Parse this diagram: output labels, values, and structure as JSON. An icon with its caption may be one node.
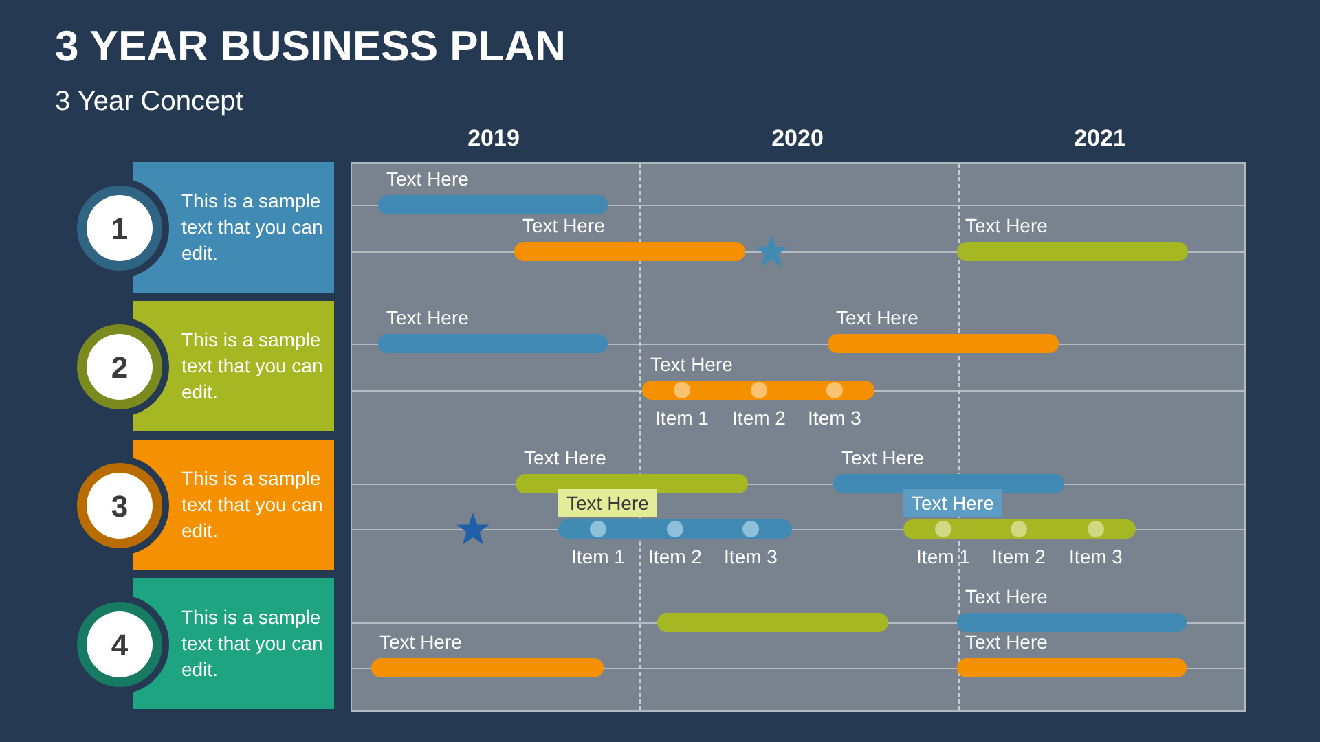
{
  "diagram": {
    "title": "3 YEAR BUSINESS PLAN",
    "nodes": [
      {
        "text": [
          "1"
        ]
      },
      {
        "text": [
          "This is a sample text that you can edit."
        ]
      },
      {
        "text": [
          "2"
        ]
      },
      {
        "text": [
          "This is a sample text that you can edit."
        ]
      },
      {
        "text": [
          "3"
        ]
      },
      {
        "text": [
          "This is a sample text that you can edit."
        ]
      },
      {
        "text": [
          "4"
        ]
      },
      {
        "text": [
          "This is a sample text that you can edit."
        ]
      },
      {
        "text": [
          "Text Here"
        ]
      },
      {
        "text": [
          "Text Here"
        ]
      },
      {
        "text": [
          "Text Here"
        ]
      },
      {
        "text": [
          "Text Here"
        ]
      },
      {
        "text": [
          "Text Here"
        ]
      },
      {
        "text": [
          "Text Here"
        ],
        "beside": [
          "Item 1",
          "Item 2",
          "Item 3"
        ]
      },
      {
        "text": [
          "Text Here"
        ]
      },
      {
        "text": [
          "Text Here"
        ]
      },
      {
        "text": [
          "Text Here"
        ],
        "beside": [
          "Item 1",
          "Item 2",
          "Item 3"
        ]
      },
      {
        "text": [
          "Text Here"
        ],
        "beside": [
          "Item 1",
          "Item 2",
          "Item 3"
        ]
      },
      {
        "text": [],
        "shape": "bar"
      },
      {
        "text": [
          "Text Here"
        ]
      },
      {
        "text": [
          "Text Here"
        ]
      },
      {
        "text": [
          "Text Here"
        ]
      }
    ],
    "edges": [],
    "labels": [
      "3 Year Concept",
      "2019",
      "2020",
      "2021"
    ]
  }
}
